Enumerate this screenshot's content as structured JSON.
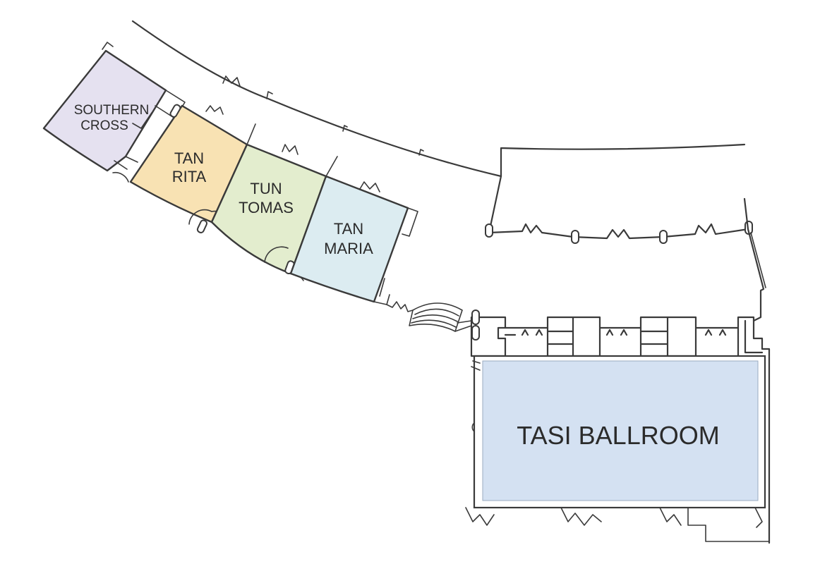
{
  "rooms": {
    "southern_cross": {
      "line1": "SOUTHERN",
      "line2": "CROSS",
      "color": "#e5e1f0"
    },
    "tan_rita": {
      "line1": "TAN",
      "line2": "RITA",
      "color": "#f8e2b3"
    },
    "tun_tomas": {
      "line1": "TUN",
      "line2": "TOMAS",
      "color": "#e3edce"
    },
    "tan_maria": {
      "line1": "TAN",
      "line2": "MARIA",
      "color": "#dcecf1"
    },
    "tasi_ballroom": {
      "label": "TASI BALLROOM",
      "color": "#d4e1f2"
    }
  },
  "colors": {
    "wall": "#3a3a3a",
    "background": "#ffffff"
  }
}
